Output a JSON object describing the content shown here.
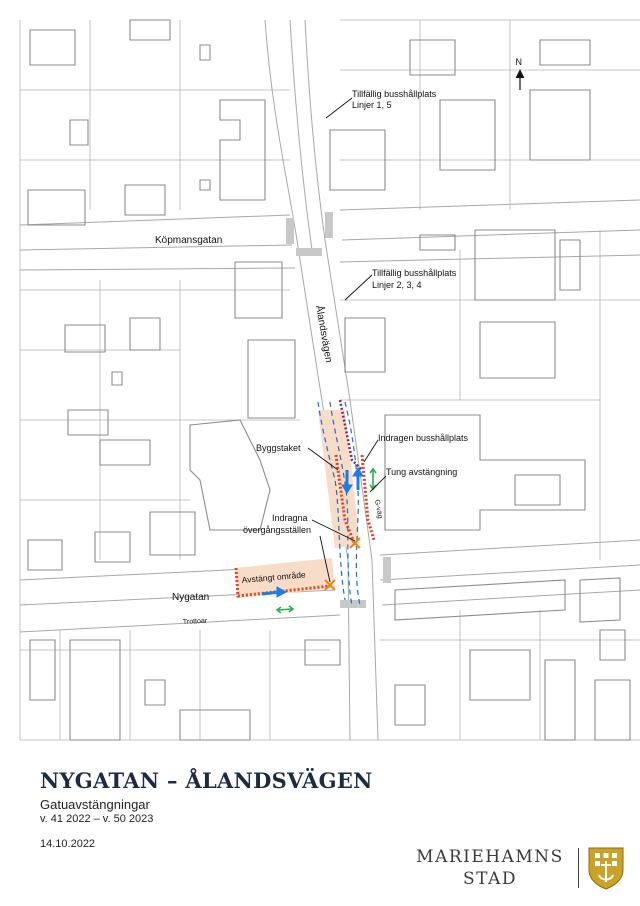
{
  "map": {
    "north_label": "N",
    "streets": {
      "kopmansgatan": "Köpmansgatan",
      "alandsvagen": "Ålandsvägen",
      "nygatan": "Nygatan",
      "trottoar": "Trottoar",
      "gc_vag": "G-väg"
    },
    "labels": {
      "bus_stop_1_title": "Tillfällig busshållplats",
      "bus_stop_1_lines": "Linjer 1, 5",
      "bus_stop_2_title": "Tillfällig busshållplats",
      "bus_stop_2_lines": "Linjer 2, 3, 4",
      "byggstaket": "Byggstaket",
      "indragen": "Indragen busshållplats",
      "tung": "Tung avstängning",
      "indragna_1": "Indragna",
      "indragna_2": "övergångsställen",
      "avstangt": "Avstängt område"
    },
    "colors": {
      "building_outline": "#8c8c8c",
      "road_outline": "#a8a8a8",
      "closed_area_fill": "#f8dcc7",
      "fence": "#e0431f",
      "heavy_barrier": "#7b2a6b",
      "traffic_arrow": "#1f7be8",
      "pedestrian_arrow": "#27b34a",
      "lane_dash": "#1c6fc4"
    }
  },
  "title": "NYGATAN – ÅLANDSVÄGEN",
  "subtitle": "Gatuavstängningar",
  "weeks": "v. 41 2022 – v. 50 2023",
  "date": "14.10.2022",
  "logo": {
    "line1": "MARIEHAMNS",
    "line2": "STAD",
    "shield_color": "#c9a227"
  }
}
